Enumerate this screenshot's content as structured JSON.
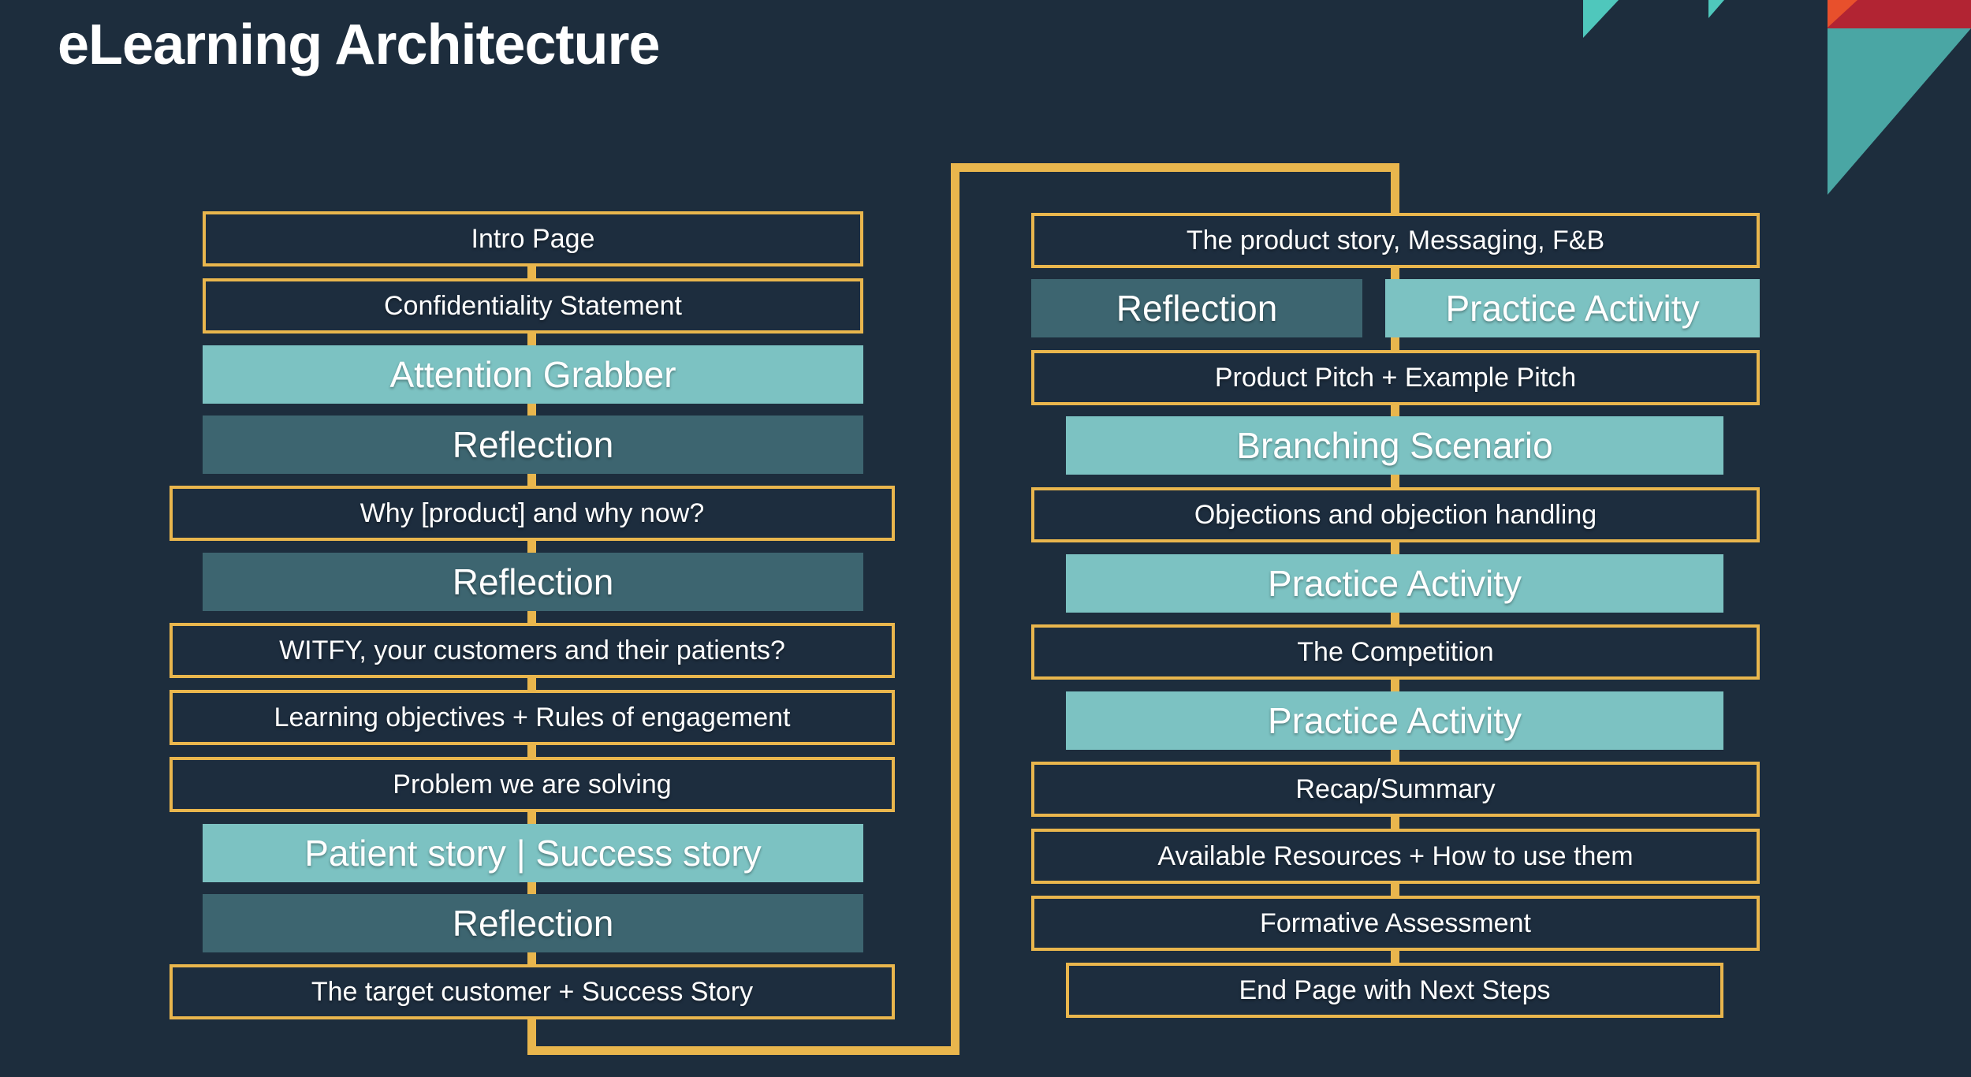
{
  "slide": {
    "title": "eLearning Architecture"
  },
  "colors": {
    "background": "#1d2d3d",
    "connector_gold": "#e9b64d",
    "box_fill_light_teal": "#7cc2c2",
    "box_fill_dark_teal": "#3d6570",
    "box_text": "#ffffff",
    "decor_teal_bright": "#4fc7bc",
    "decor_teal_medium": "#4aa6a4",
    "decor_red": "#b22433",
    "decor_orange": "#e8502c"
  },
  "left_column": {
    "rows": [
      {
        "label": "Intro Page"
      },
      {
        "label": "Confidentiality Statement"
      },
      {
        "label": "Attention Grabber"
      },
      {
        "label": "Reflection"
      },
      {
        "label": "Why [product] and why now?"
      },
      {
        "label": "Reflection"
      },
      {
        "label": "WITFY, your customers and their patients?"
      },
      {
        "label": "Learning objectives + Rules of engagement"
      },
      {
        "label": "Problem we are solving"
      },
      {
        "label": "Patient story | Success story"
      },
      {
        "label": "Reflection"
      },
      {
        "label": "The target customer + Success Story"
      }
    ]
  },
  "right_column": {
    "rows": [
      {
        "label": "The product story, Messaging, F&B"
      },
      {
        "label": "Reflection"
      },
      {
        "label": "Practice Activity"
      },
      {
        "label": "Product Pitch + Example Pitch"
      },
      {
        "label": "Branching Scenario"
      },
      {
        "label": "Objections and objection handling"
      },
      {
        "label": "Practice Activity"
      },
      {
        "label": "The Competition"
      },
      {
        "label": "Practice Activity"
      },
      {
        "label": "Recap/Summary"
      },
      {
        "label": "Available Resources + How to use them"
      },
      {
        "label": "Formative Assessment"
      },
      {
        "label": "End Page with Next Steps"
      }
    ]
  }
}
